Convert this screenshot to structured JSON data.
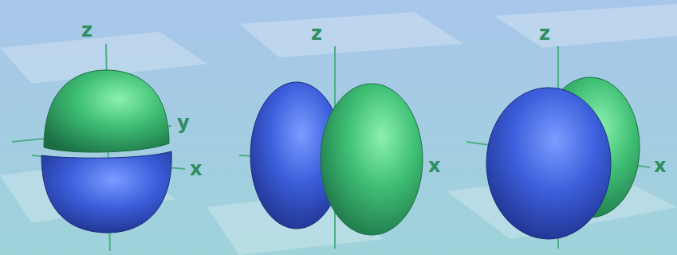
{
  "diagram": {
    "labels": [
      "z",
      "y",
      "x",
      "z",
      "x",
      "z",
      "x"
    ]
  }
}
